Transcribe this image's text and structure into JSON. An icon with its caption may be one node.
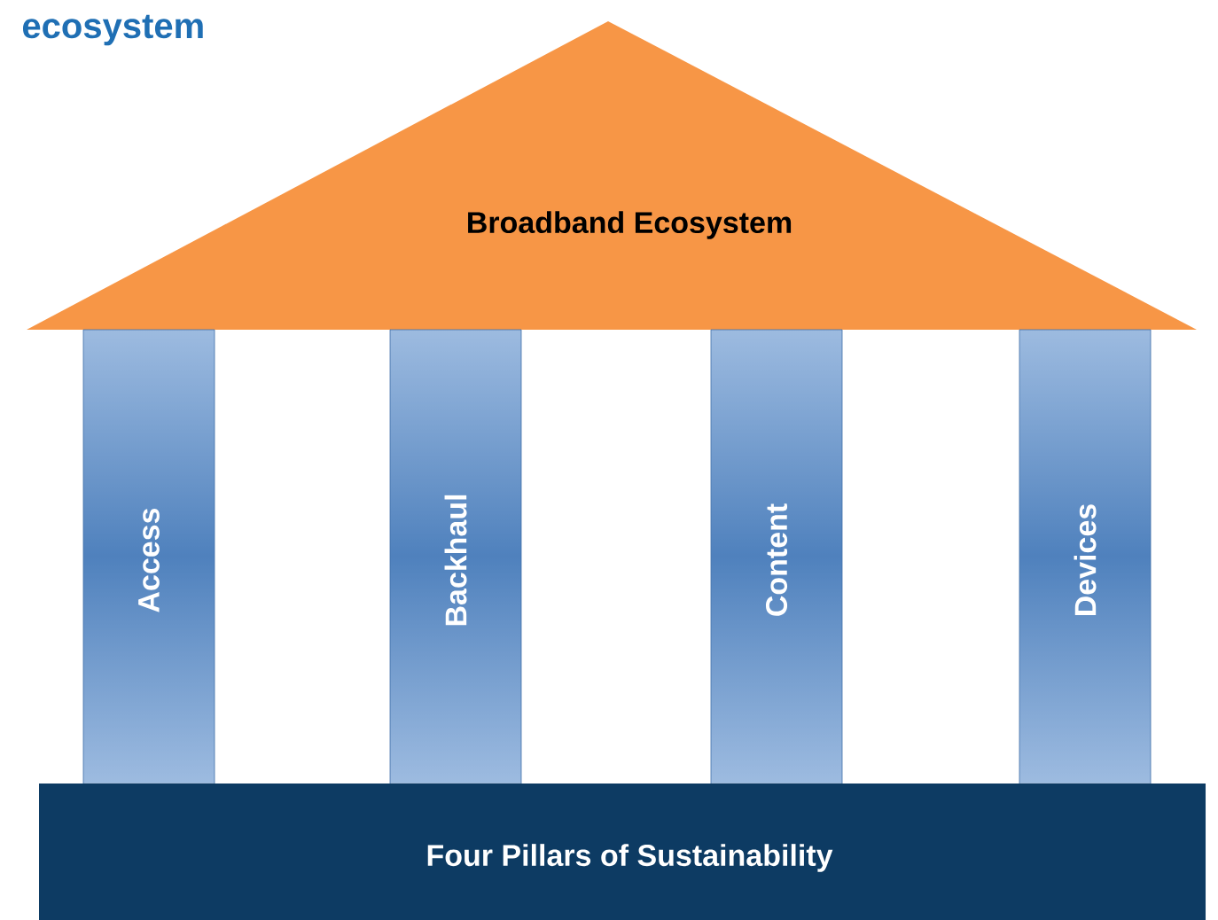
{
  "diagram": {
    "title": "ecosystem",
    "nodes": [
      {
        "text": [
          "Broadband Ecosystem"
        ]
      },
      {
        "text": [
          "Access"
        ]
      },
      {
        "text": [
          "Backhaul"
        ]
      },
      {
        "text": [
          "Content"
        ]
      },
      {
        "text": [
          "Devices"
        ]
      },
      {
        "text": [
          "Four Pillars of Sustainability"
        ]
      }
    ],
    "edges": []
  }
}
